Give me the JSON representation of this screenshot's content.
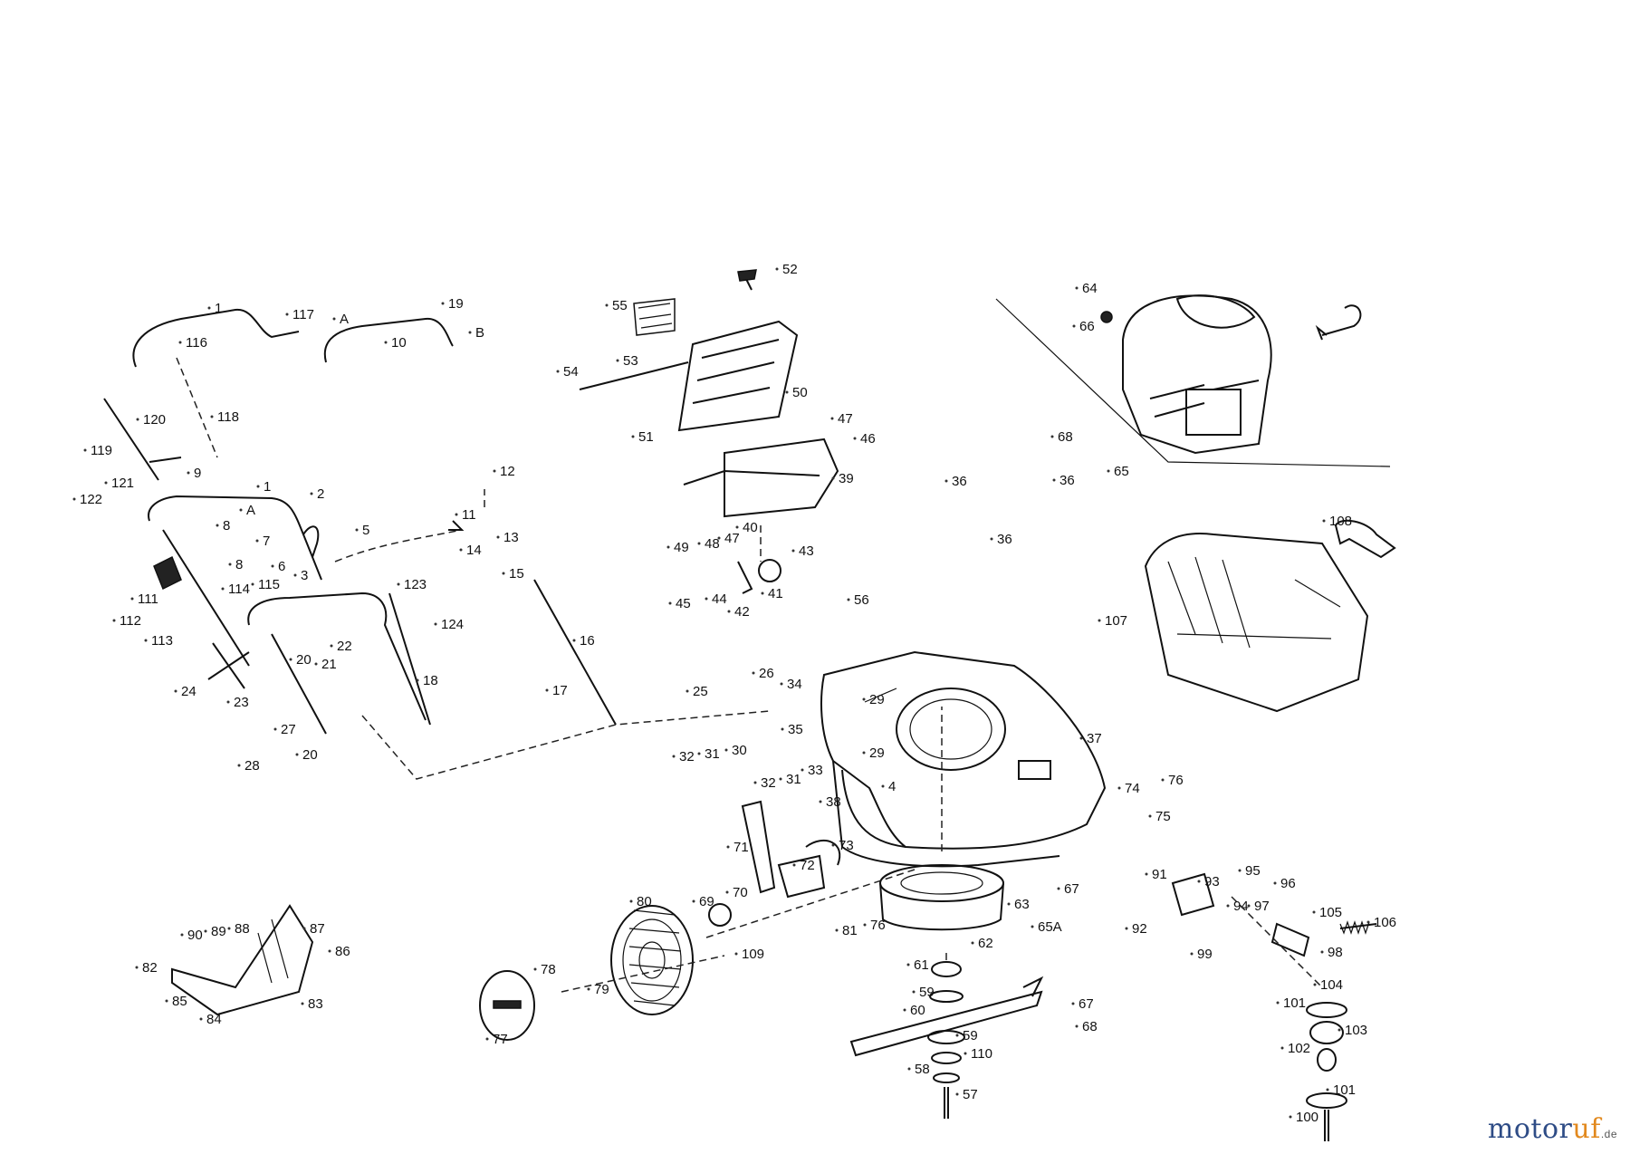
{
  "labels": [
    {
      "text": "1"
    },
    {
      "text": "117"
    },
    {
      "text": "A"
    },
    {
      "text": "19"
    },
    {
      "text": "B"
    },
    {
      "text": "10"
    },
    {
      "text": "116"
    },
    {
      "text": "118"
    },
    {
      "text": "120"
    },
    {
      "text": "119"
    },
    {
      "text": "121"
    },
    {
      "text": "122"
    },
    {
      "text": "9"
    },
    {
      "text": "1"
    },
    {
      "text": "2"
    },
    {
      "text": "A"
    },
    {
      "text": "8"
    },
    {
      "text": "5"
    },
    {
      "text": "7"
    },
    {
      "text": "8"
    },
    {
      "text": "6"
    },
    {
      "text": "3"
    },
    {
      "text": "111"
    },
    {
      "text": "114"
    },
    {
      "text": "115"
    },
    {
      "text": "112"
    },
    {
      "text": "113"
    },
    {
      "text": "24"
    },
    {
      "text": "23"
    },
    {
      "text": "20"
    },
    {
      "text": "21"
    },
    {
      "text": "22"
    },
    {
      "text": "123"
    },
    {
      "text": "124"
    },
    {
      "text": "18"
    },
    {
      "text": "27"
    },
    {
      "text": "28"
    },
    {
      "text": "20"
    },
    {
      "text": "12"
    },
    {
      "text": "11"
    },
    {
      "text": "13"
    },
    {
      "text": "14"
    },
    {
      "text": "15"
    },
    {
      "text": "16"
    },
    {
      "text": "17"
    },
    {
      "text": "52"
    },
    {
      "text": "55"
    },
    {
      "text": "54"
    },
    {
      "text": "53"
    },
    {
      "text": "50"
    },
    {
      "text": "51"
    },
    {
      "text": "47"
    },
    {
      "text": "46"
    },
    {
      "text": "39"
    },
    {
      "text": "40"
    },
    {
      "text": "49"
    },
    {
      "text": "48"
    },
    {
      "text": "47"
    },
    {
      "text": "43"
    },
    {
      "text": "45"
    },
    {
      "text": "44"
    },
    {
      "text": "42"
    },
    {
      "text": "41"
    },
    {
      "text": "64"
    },
    {
      "text": "66"
    },
    {
      "text": "68"
    },
    {
      "text": "36"
    },
    {
      "text": "36"
    },
    {
      "text": "36"
    },
    {
      "text": "65"
    },
    {
      "text": "108"
    },
    {
      "text": "107"
    },
    {
      "text": "56"
    },
    {
      "text": "26"
    },
    {
      "text": "25"
    },
    {
      "text": "34"
    },
    {
      "text": "29"
    },
    {
      "text": "35"
    },
    {
      "text": "29"
    },
    {
      "text": "37"
    },
    {
      "text": "32"
    },
    {
      "text": "31"
    },
    {
      "text": "30"
    },
    {
      "text": "32"
    },
    {
      "text": "31"
    },
    {
      "text": "33"
    },
    {
      "text": "38"
    },
    {
      "text": "4"
    },
    {
      "text": "74"
    },
    {
      "text": "76"
    },
    {
      "text": "75"
    },
    {
      "text": "71"
    },
    {
      "text": "73"
    },
    {
      "text": "72"
    },
    {
      "text": "70"
    },
    {
      "text": "69"
    },
    {
      "text": "80"
    },
    {
      "text": "81"
    },
    {
      "text": "76"
    },
    {
      "text": "109"
    },
    {
      "text": "63"
    },
    {
      "text": "67"
    },
    {
      "text": "65A"
    },
    {
      "text": "62"
    },
    {
      "text": "91"
    },
    {
      "text": "93"
    },
    {
      "text": "95"
    },
    {
      "text": "94"
    },
    {
      "text": "96"
    },
    {
      "text": "92"
    },
    {
      "text": "97"
    },
    {
      "text": "105"
    },
    {
      "text": "106"
    },
    {
      "text": "99"
    },
    {
      "text": "98"
    },
    {
      "text": "90"
    },
    {
      "text": "89"
    },
    {
      "text": "88"
    },
    {
      "text": "87"
    },
    {
      "text": "86"
    },
    {
      "text": "82"
    },
    {
      "text": "85"
    },
    {
      "text": "83"
    },
    {
      "text": "84"
    },
    {
      "text": "78"
    },
    {
      "text": "79"
    },
    {
      "text": "77"
    },
    {
      "text": "61"
    },
    {
      "text": "59"
    },
    {
      "text": "60"
    },
    {
      "text": "59"
    },
    {
      "text": "110"
    },
    {
      "text": "58"
    },
    {
      "text": "57"
    },
    {
      "text": "67"
    },
    {
      "text": "68"
    },
    {
      "text": "104"
    },
    {
      "text": "101"
    },
    {
      "text": "103"
    },
    {
      "text": "102"
    },
    {
      "text": "101"
    },
    {
      "text": "100"
    }
  ],
  "watermark": {
    "main": "motor",
    "accent": "uf",
    "tld": ".de"
  }
}
